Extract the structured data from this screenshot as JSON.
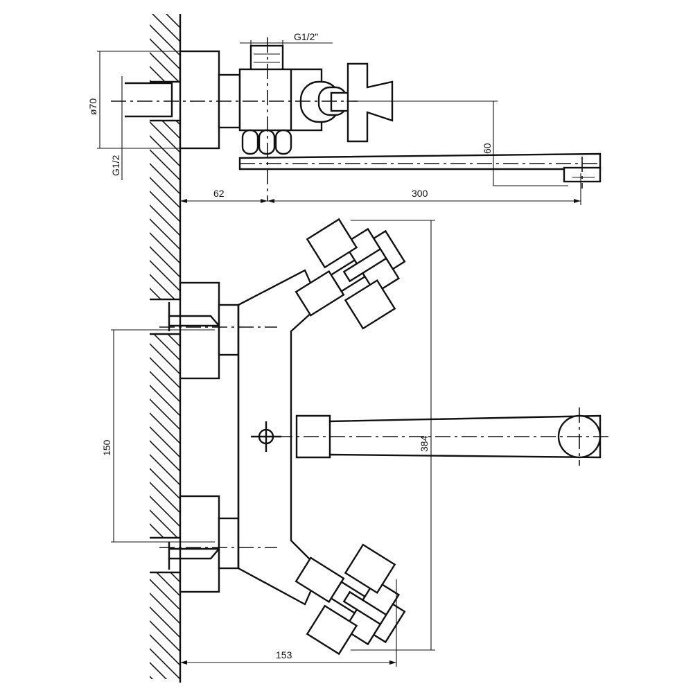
{
  "dimensions": {
    "thread_top": "G1/2\"",
    "thread_left": "G1/2",
    "diameter": "ø70",
    "spout_drop": "60",
    "wall_offset": "62",
    "spout_length": "300",
    "inlet_spacing": "150",
    "overall_height": "384",
    "body_depth": "153"
  }
}
